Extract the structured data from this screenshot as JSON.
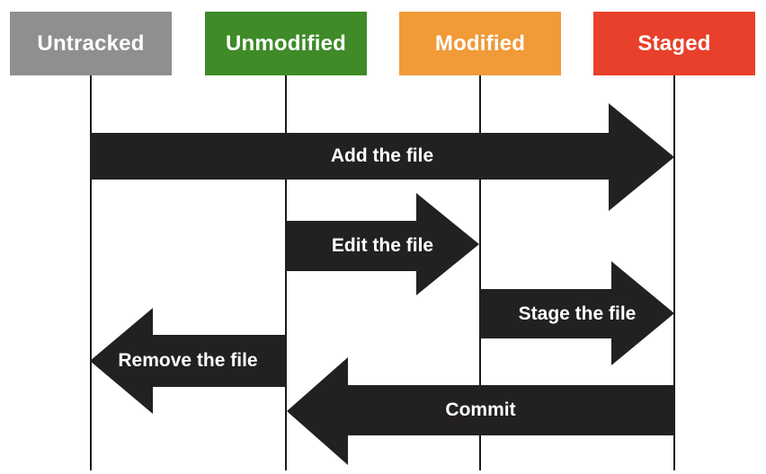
{
  "diagram": {
    "states": [
      {
        "label": "Untracked",
        "color": "#8f8f8f"
      },
      {
        "label": "Unmodified",
        "color": "#3e8b28"
      },
      {
        "label": "Modified",
        "color": "#f09a38"
      },
      {
        "label": "Staged",
        "color": "#e8402a"
      }
    ],
    "transitions": [
      {
        "label": "Add the file",
        "direction": "right",
        "from": "Untracked",
        "to": "Staged"
      },
      {
        "label": "Edit the file",
        "direction": "right",
        "from": "Unmodified",
        "to": "Modified"
      },
      {
        "label": "Stage the file",
        "direction": "right",
        "from": "Modified",
        "to": "Staged"
      },
      {
        "label": "Remove the file",
        "direction": "left",
        "from": "Unmodified",
        "to": "Untracked"
      },
      {
        "label": "Commit",
        "direction": "left",
        "from": "Staged",
        "to": "Unmodified"
      }
    ],
    "colors": {
      "arrow": "#232021",
      "lifeline": "#1a1a1a",
      "label_text": "#ffffff",
      "background": "#ffffff"
    }
  }
}
